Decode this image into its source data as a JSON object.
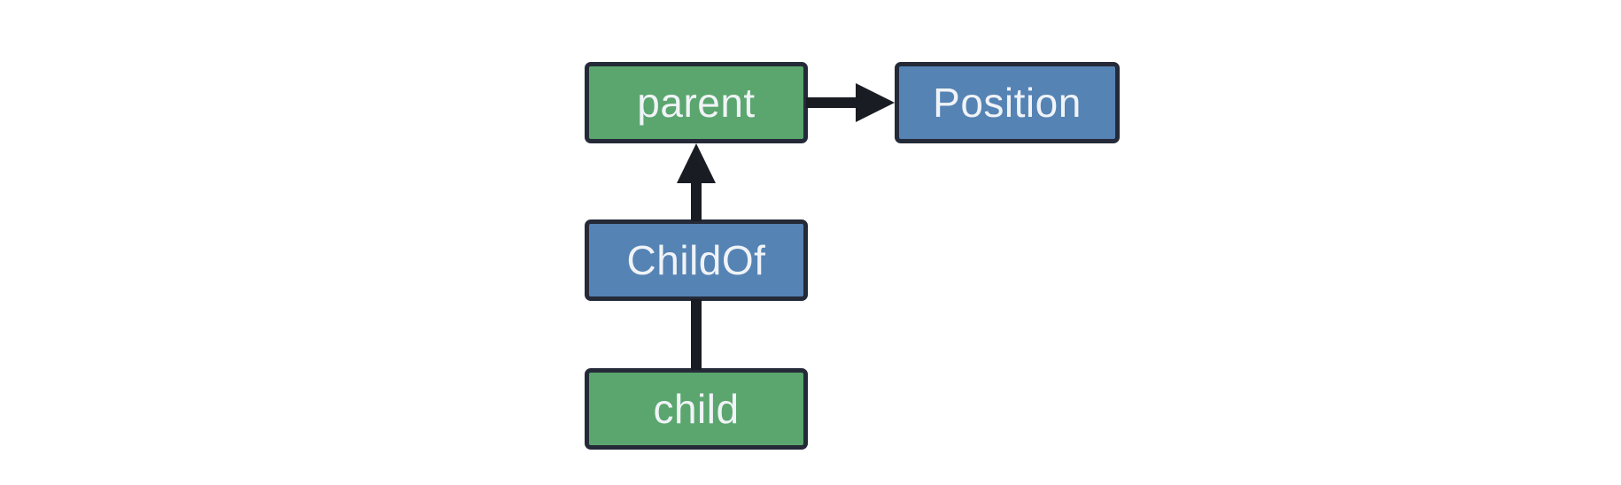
{
  "diagram": {
    "title": "entity-relationship-diagram",
    "nodes": [
      {
        "id": "parent",
        "label": "parent",
        "kind": "entity"
      },
      {
        "id": "Position",
        "label": "Position",
        "kind": "component"
      },
      {
        "id": "ChildOf",
        "label": "ChildOf",
        "kind": "component"
      },
      {
        "id": "child",
        "label": "child",
        "kind": "entity"
      }
    ],
    "edges": [
      {
        "from": "parent",
        "to": "Position",
        "style": "arrow",
        "direction": "right"
      },
      {
        "from": "ChildOf",
        "to": "parent",
        "style": "arrow",
        "direction": "up"
      },
      {
        "from": "child",
        "to": "ChildOf",
        "style": "line",
        "direction": "up"
      }
    ]
  },
  "colors": {
    "entity-fill": "#5AA66E",
    "component-fill": "#5583B4",
    "border-color": "#252A38",
    "arrow-color": "#1A1C23",
    "text-color": "#F0F3F7",
    "background": "#FFFFFF"
  }
}
